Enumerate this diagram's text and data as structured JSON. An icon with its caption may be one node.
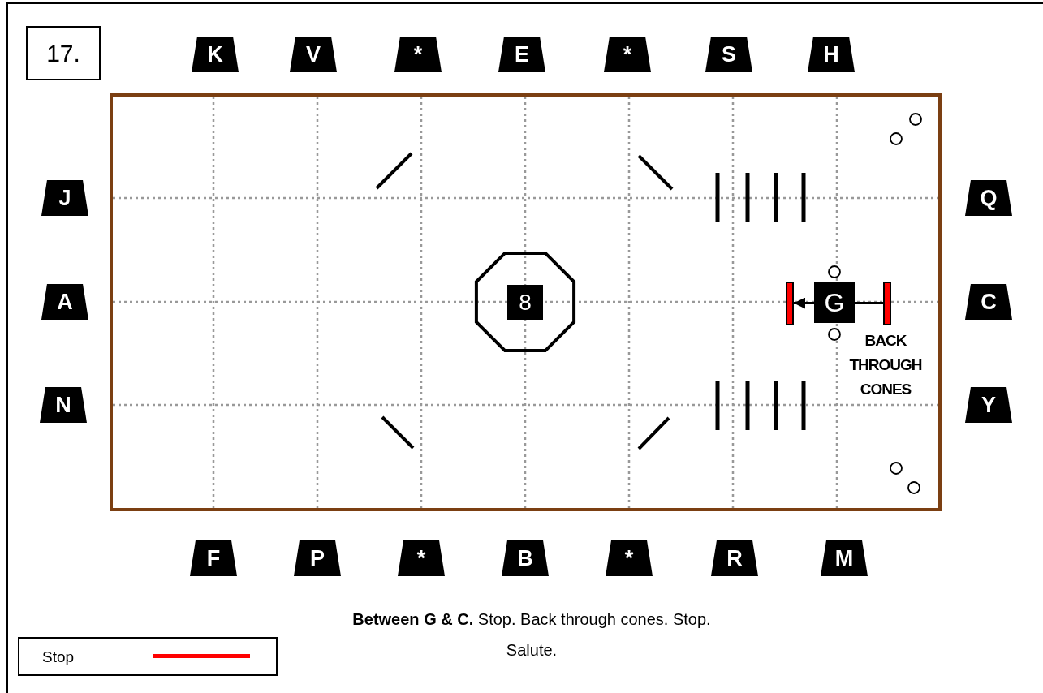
{
  "diagram": {
    "title": "17.",
    "caption": "**Between G & C.** Stop. Back through cones. Stop. Salute.",
    "nodes": [
      {
        "text": [
          "K"
        ]
      },
      {
        "text": [
          "V"
        ]
      },
      {
        "text": [
          "*"
        ]
      },
      {
        "text": [
          "E"
        ]
      },
      {
        "text": [
          "*"
        ]
      },
      {
        "text": [
          "S"
        ]
      },
      {
        "text": [
          "H"
        ]
      },
      {
        "text": [
          "J"
        ]
      },
      {
        "text": [
          "Q"
        ]
      },
      {
        "text": [
          "A"
        ]
      },
      {
        "text": [
          "C"
        ]
      },
      {
        "text": [
          "N"
        ]
      },
      {
        "text": [
          "Y"
        ]
      },
      {
        "text": [
          "F"
        ]
      },
      {
        "text": [
          "P"
        ]
      },
      {
        "text": [
          "*"
        ]
      },
      {
        "text": [
          "B"
        ]
      },
      {
        "text": [
          "*"
        ]
      },
      {
        "text": [
          "R"
        ]
      },
      {
        "text": [
          "M"
        ]
      },
      {
        "text": [
          "8"
        ]
      },
      {
        "text": [
          "G"
        ]
      },
      {
        "text": [],
        "shape": "bar"
      },
      {
        "text": [],
        "shape": "bar"
      }
    ],
    "edges": [
      {
        "from": 23,
        "to": 21,
        "arrow": "none"
      },
      {
        "from": 21,
        "to": 22,
        "arrow": "to"
      }
    ],
    "labels": [
      "BACK THROUGH CONES"
    ],
    "legend": [
      {
        "text": "Stop"
      }
    ]
  }
}
